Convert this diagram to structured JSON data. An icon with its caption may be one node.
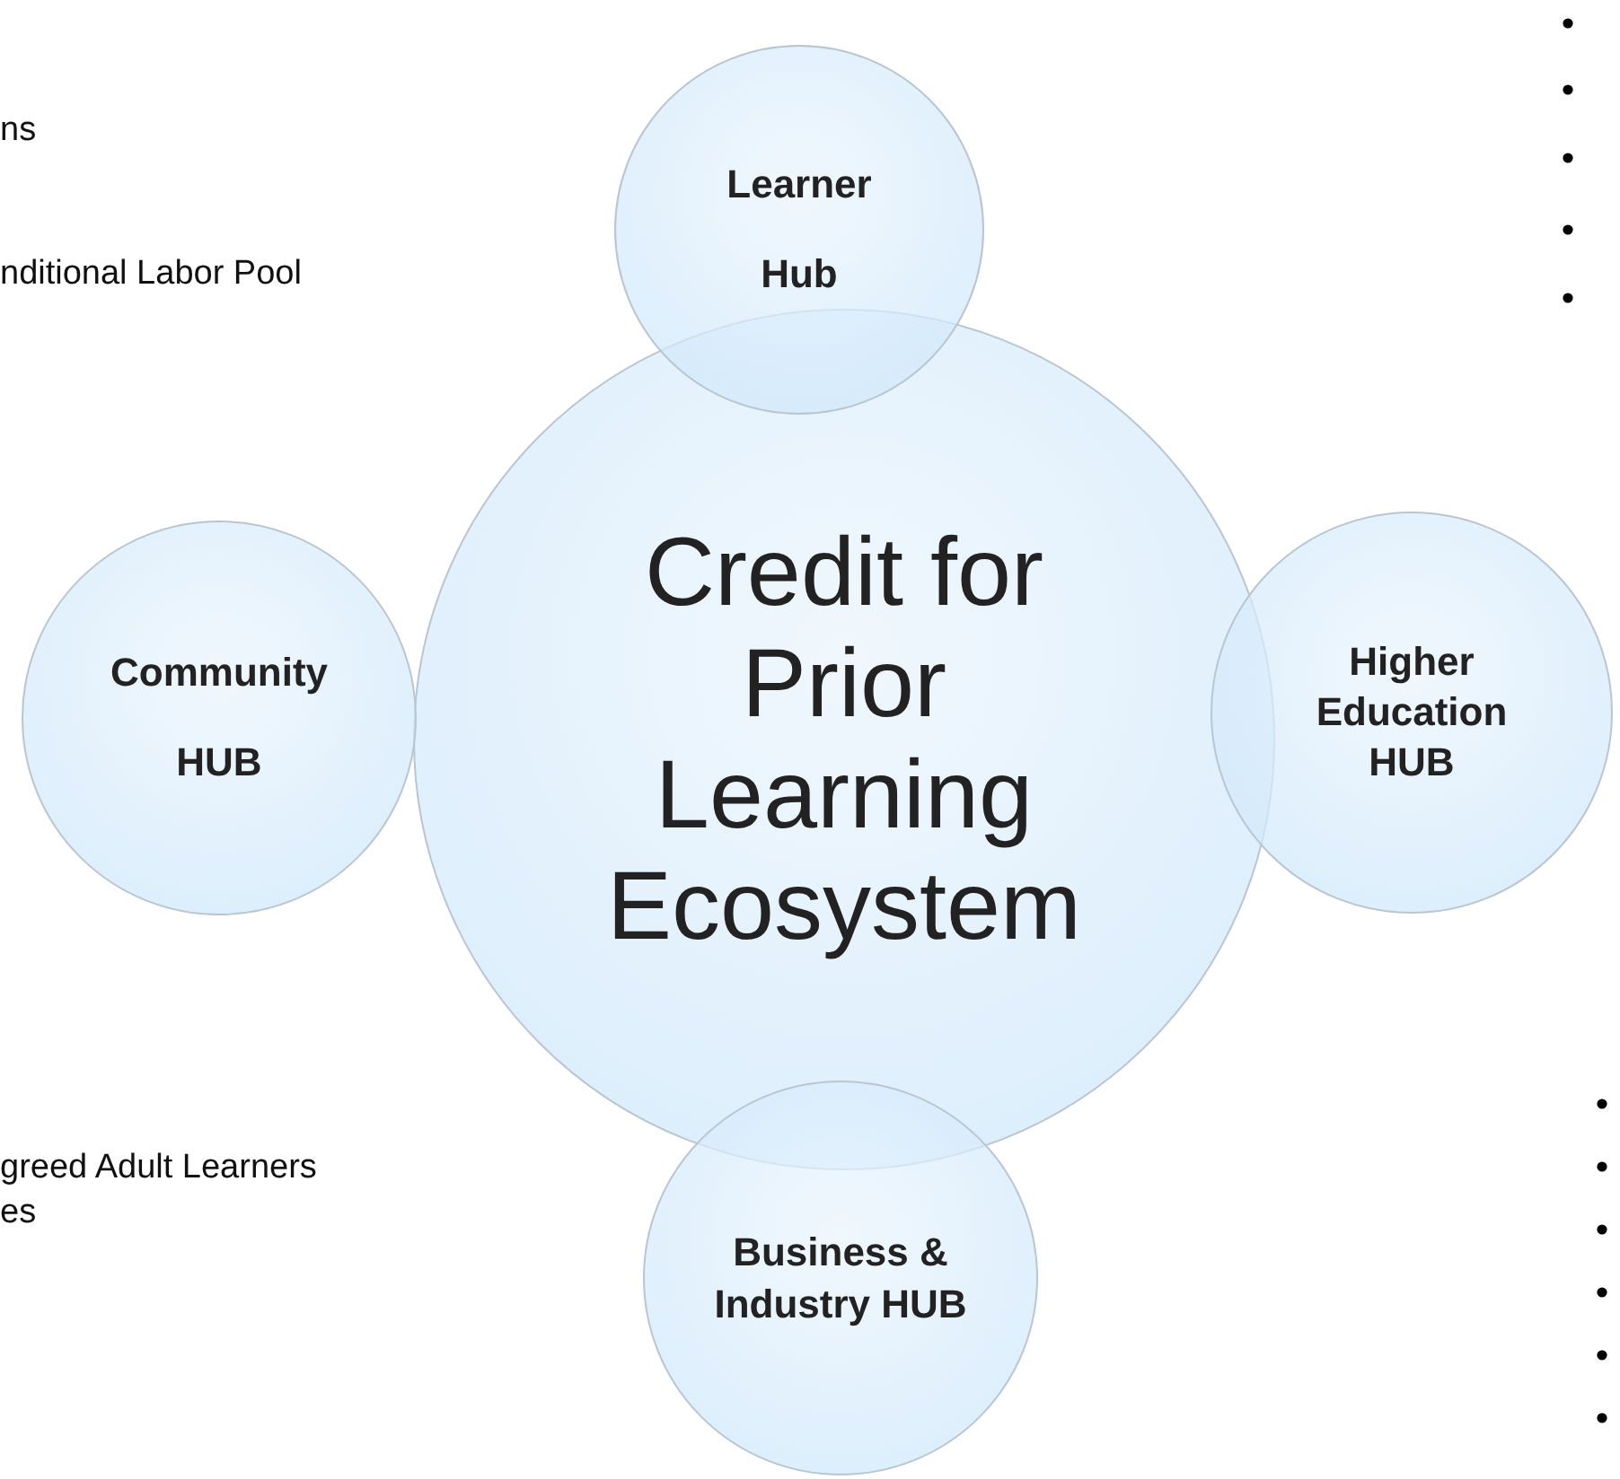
{
  "diagram": {
    "nodes": [
      {
        "text": [
          "Learner Hub"
        ]
      },
      {
        "text": [
          "Community HUB"
        ]
      },
      {
        "text": [
          "Credit for Prior Learning Ecosystem"
        ]
      },
      {
        "text": [
          "Higher Education HUB"
        ]
      },
      {
        "text": [
          "Business & Industry HUB"
        ]
      }
    ],
    "labels": [
      "ns",
      "nditional Labor Pool",
      "greed Adult Learners",
      "es"
    ]
  }
}
